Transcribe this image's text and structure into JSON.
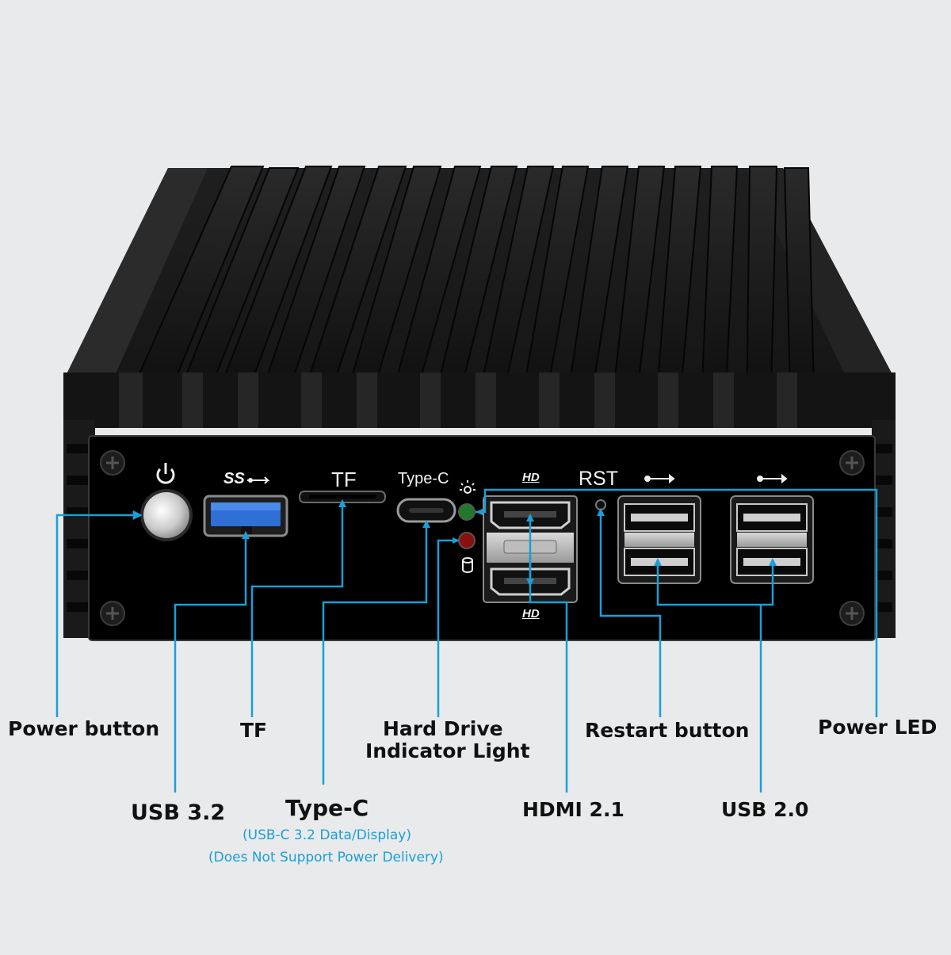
{
  "colors": {
    "background": "#e9eaec",
    "chassis": "#111111",
    "panel": "#000000",
    "callout_line": "#1a9fd6",
    "usb3_blue": "#2f6fd6",
    "led_green": "#1f7a2a",
    "led_red": "#8a1010"
  },
  "panel_labels": {
    "tf": "TF",
    "type_c": "Type-C",
    "rst": "RST",
    "usb3_logo": "SS",
    "hd_top": "HD",
    "hd_bottom": "HD"
  },
  "callouts": {
    "power_button": "Power button",
    "tf": "TF",
    "hard_drive_line1": "Hard Drive",
    "hard_drive_line2": "Indicator Light",
    "restart_button": "Restart button",
    "power_led": "Power LED",
    "usb32": "USB 3.2",
    "type_c": "Type-C",
    "type_c_note1": "(USB-C 3.2 Data/Display)",
    "type_c_note2": "(Does Not Support Power Delivery)",
    "hdmi": "HDMI 2.1",
    "usb20": "USB 2.0"
  },
  "icons": [
    "power-icon",
    "usb-ss-icon",
    "usb-icon",
    "hd-icon",
    "led-light-icon",
    "hard-drive-icon",
    "screw-icon"
  ]
}
